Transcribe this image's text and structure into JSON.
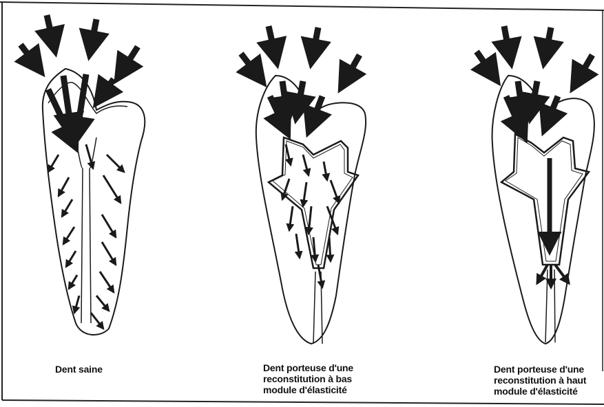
{
  "figure": {
    "panels": [
      {
        "id": "healthy",
        "caption_lines": [
          "Dent saine"
        ]
      },
      {
        "id": "low-modulus",
        "caption_lines": [
          "Dent porteuse d'une",
          "reconstitution à bas",
          "module d'élasticité"
        ]
      },
      {
        "id": "high-modulus",
        "caption_lines": [
          "Dent porteuse d'une",
          "reconstitution à haut",
          "module d'élasticité"
        ]
      }
    ],
    "colors": {
      "ink": "#1a1a1a",
      "paper": "#ffffff",
      "frame": "#222222"
    }
  }
}
